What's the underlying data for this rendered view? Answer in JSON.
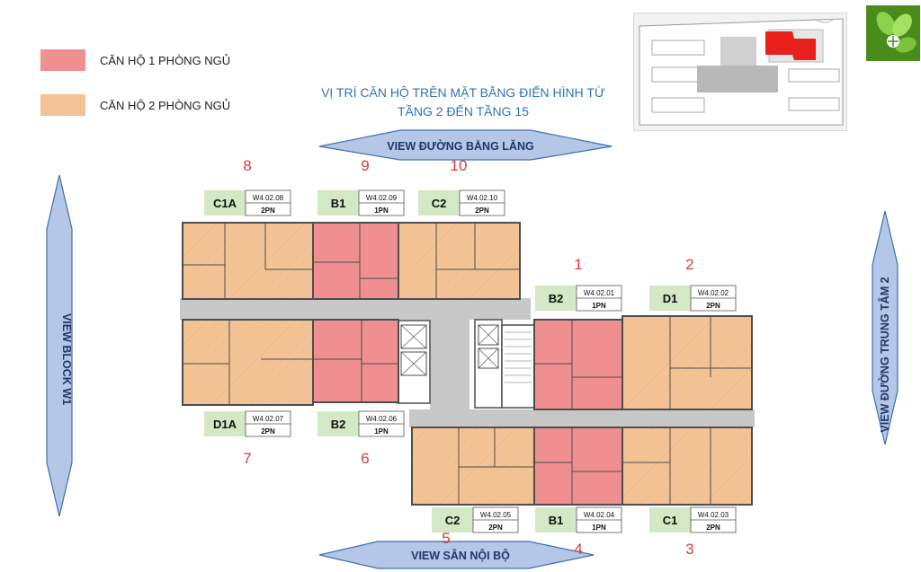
{
  "legend": {
    "one_bed": {
      "label": "CĂN HỘ 1 PHÒNG NGỦ",
      "color": "#f08f8f"
    },
    "two_bed": {
      "label": "CĂN HỘ 2 PHÒNG NGỦ",
      "color": "#f3c295"
    }
  },
  "title": {
    "line1": "VỊ TRÍ CĂN HỘ TRÊN MẶT BẰNG ĐIỂN HÌNH TỪ",
    "line2": "TẦNG 2 ĐẾN TẦNG 15"
  },
  "views": {
    "top": "VIEW ĐƯỜNG BẰNG LĂNG",
    "bottom": "VIEW SÂN NỘI BỘ",
    "left": "VIEW BLOCK W1",
    "right": "VIEW ĐƯỜNG TRUNG TÂM 2"
  },
  "colors": {
    "one_bed": "#f08f8f",
    "two_bed": "#f3c295",
    "corridor": "#c8c8c8",
    "arrow": "#b4c7e7",
    "label_green": "#d3e8c5",
    "number_red": "#e03a3a",
    "wall": "#4d4d4d"
  },
  "units": [
    {
      "number": "1",
      "type": "B2",
      "code": "W4.02.01",
      "beds": "1PN"
    },
    {
      "number": "2",
      "type": "D1",
      "code": "W4.02.02",
      "beds": "2PN"
    },
    {
      "number": "3",
      "type": "C1",
      "code": "W4.02.03",
      "beds": "2PN"
    },
    {
      "number": "4",
      "type": "B1",
      "code": "W4.02.04",
      "beds": "1PN"
    },
    {
      "number": "5",
      "type": "C2",
      "code": "W4.02.05",
      "beds": "2PN"
    },
    {
      "number": "6",
      "type": "B2",
      "code": "W4.02.06",
      "beds": "1PN"
    },
    {
      "number": "7",
      "type": "D1A",
      "code": "W4.02.07",
      "beds": "2PN"
    },
    {
      "number": "8",
      "type": "C1A",
      "code": "W4.02.08",
      "beds": "2PN"
    },
    {
      "number": "9",
      "type": "B1",
      "code": "W4.02.09",
      "beds": "1PN"
    },
    {
      "number": "10",
      "type": "C2",
      "code": "W4.02.10",
      "beds": "2PN"
    }
  ]
}
